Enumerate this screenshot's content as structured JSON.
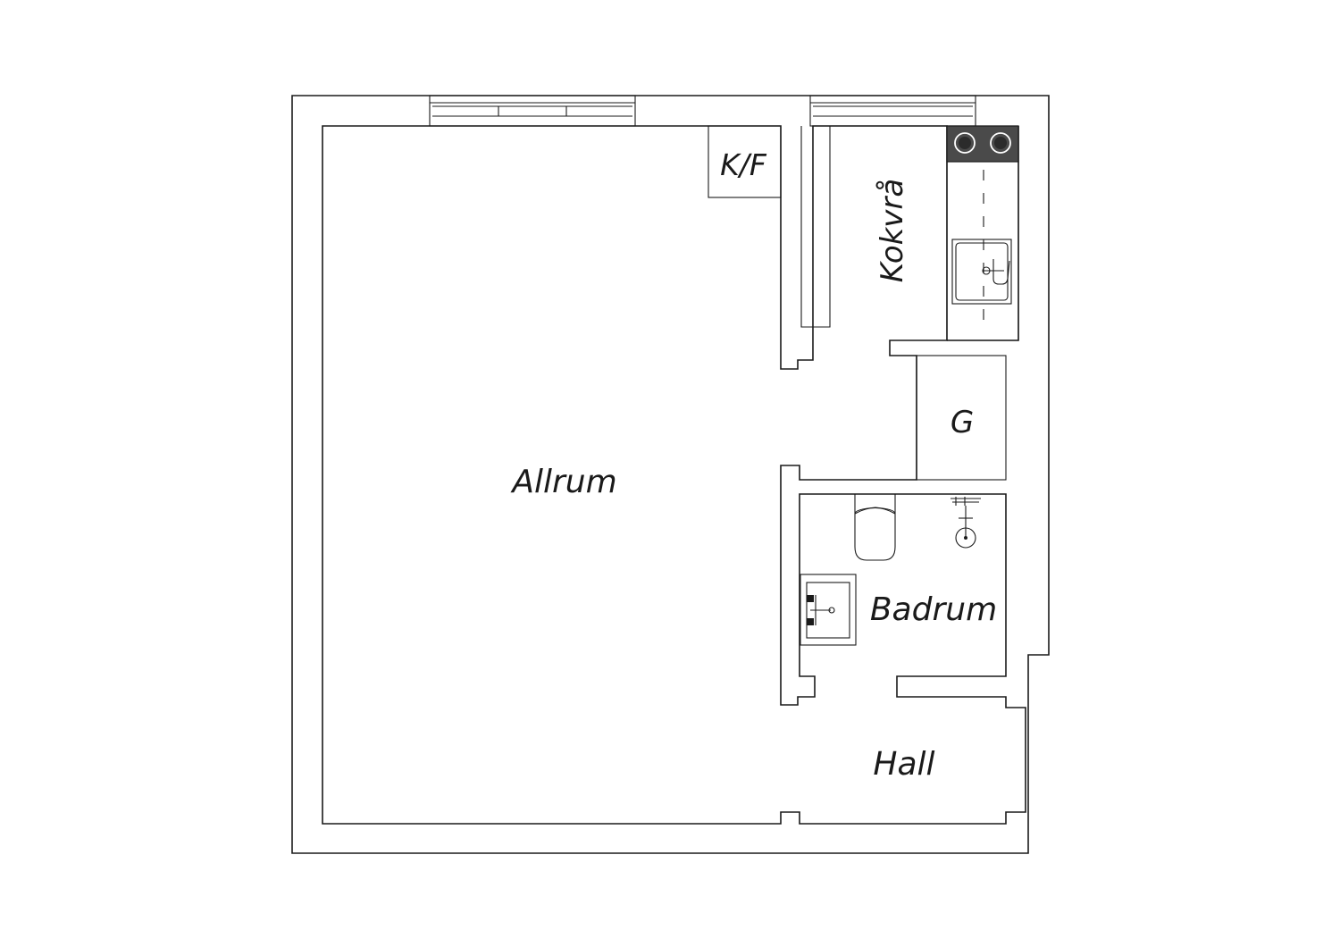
{
  "rooms": {
    "allrum": "Allrum",
    "kokvra": "Kokvrå",
    "kf": "K/F",
    "garderob": "G",
    "badrum": "Badrum",
    "hall": "Hall"
  },
  "colors": {
    "line": "#1a1a1a",
    "background": "#ffffff",
    "stove": "#4a4a4a"
  }
}
